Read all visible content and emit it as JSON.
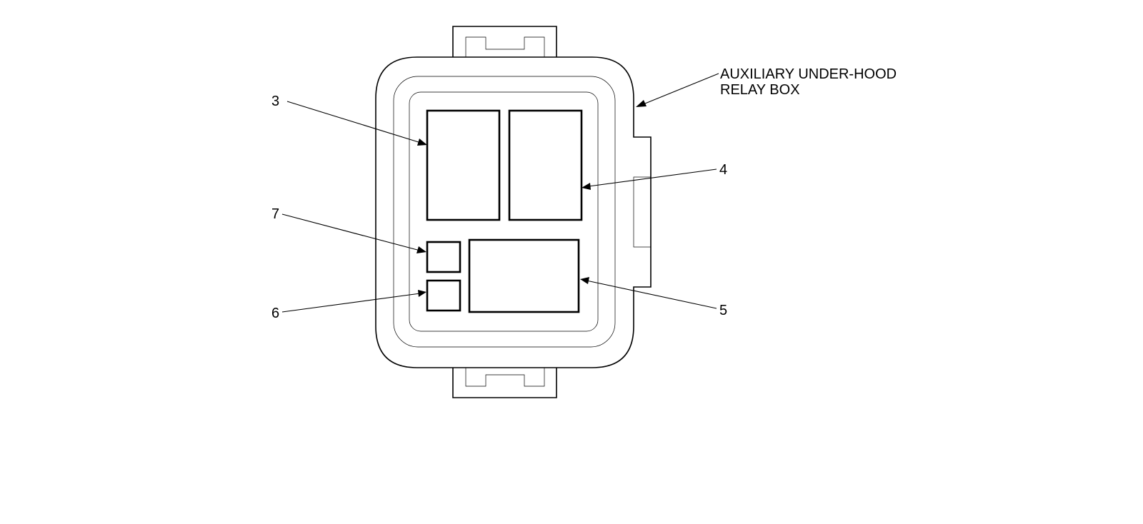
{
  "diagram": {
    "box_label_line1": "AUXILIARY UNDER-HOOD",
    "box_label_line2": "RELAY BOX",
    "callouts": {
      "c3": "3",
      "c4": "4",
      "c5": "5",
      "c6": "6",
      "c7": "7"
    }
  }
}
